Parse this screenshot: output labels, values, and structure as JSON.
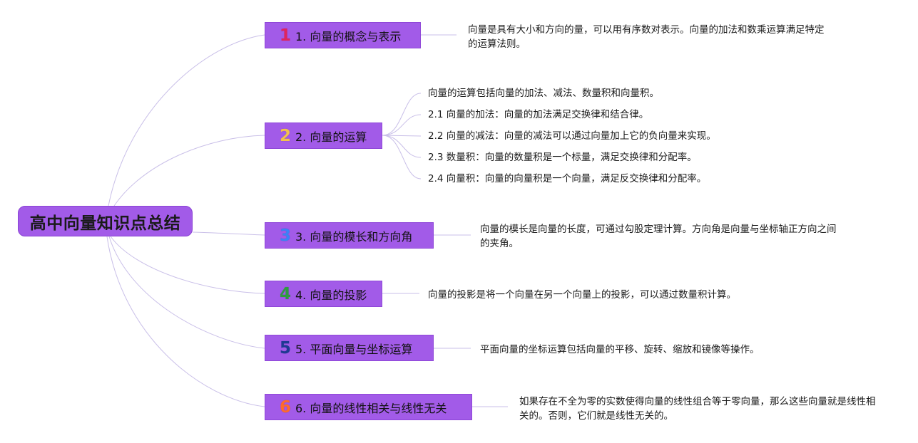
{
  "root": {
    "label": "高中向量知识点总结"
  },
  "colors": {
    "node_fill": "#a25be8",
    "connector": "#c9bfe8",
    "badge_1": "#e0245e",
    "badge_2": "#f2c14e",
    "badge_3": "#3b82f6",
    "badge_4": "#2e9c3f",
    "badge_5": "#1f3a93",
    "badge_6": "#ff6a2b"
  },
  "branches": [
    {
      "badge": "1",
      "label": "1. 向量的概念与表示",
      "note": "向量是具有大小和方向的量，可以用有序数对表示。向量的加法和数乘运算满足特定的运算法则。"
    },
    {
      "badge": "2",
      "label": "2. 向量的运算",
      "items": [
        "向量的运算包括向量的加法、减法、数量积和向量积。",
        "2.1 向量的加法：向量的加法满足交换律和结合律。",
        "2.2 向量的减法：向量的减法可以通过向量加上它的负向量来实现。",
        "2.3 数量积：向量的数量积是一个标量，满足交换律和分配率。",
        "2.4 向量积：向量的向量积是一个向量，满足反交换律和分配率。"
      ]
    },
    {
      "badge": "3",
      "label": "3. 向量的模长和方向角",
      "note": "向量的模长是向量的长度，可通过勾股定理计算。方向角是向量与坐标轴正方向之间的夹角。"
    },
    {
      "badge": "4",
      "label": "4. 向量的投影",
      "note": "向量的投影是将一个向量在另一个向量上的投影，可以通过数量积计算。"
    },
    {
      "badge": "5",
      "label": "5. 平面向量与坐标运算",
      "note": "平面向量的坐标运算包括向量的平移、旋转、缩放和镜像等操作。"
    },
    {
      "badge": "6",
      "label": "6. 向量的线性相关与线性无关",
      "note": "如果存在不全为零的实数使得向量的线性组合等于零向量，那么这些向量就是线性相关的。否则，它们就是线性无关的。"
    }
  ]
}
